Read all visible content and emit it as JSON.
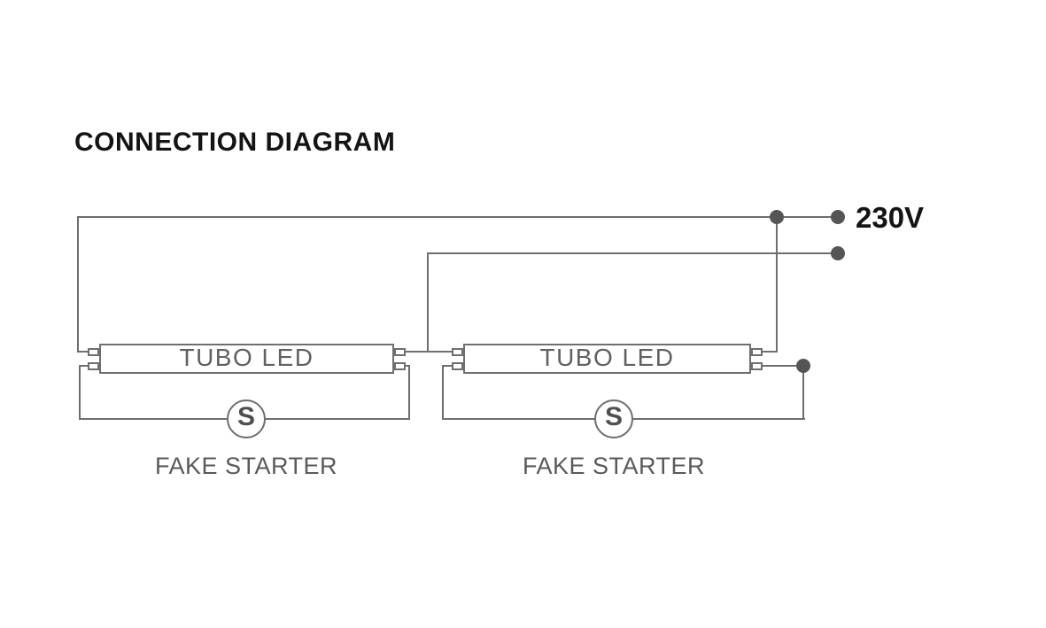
{
  "title": "CONNECTION DIAGRAM",
  "voltage_label": "230V",
  "tubes": [
    {
      "label": "TUBO LED"
    },
    {
      "label": "TUBO LED"
    }
  ],
  "starters": [
    {
      "symbol": "S",
      "label": "FAKE STARTER"
    },
    {
      "symbol": "S",
      "label": "FAKE STARTER"
    }
  ],
  "colors": {
    "wire": "#6e6e6e",
    "dot": "#555555",
    "gray_text": "#5a5a5a",
    "dark_text": "#141414"
  }
}
